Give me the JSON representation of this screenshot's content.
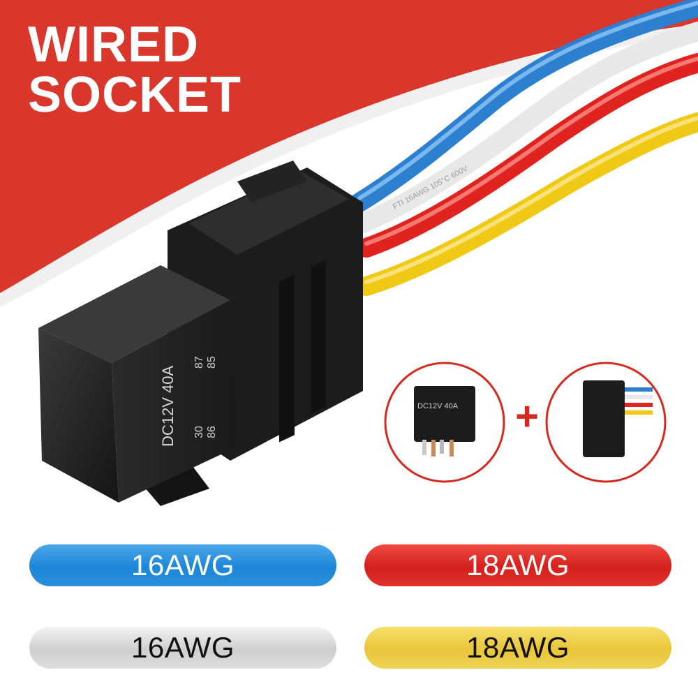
{
  "title": {
    "line1": "WIRED",
    "line2": "SOCKET"
  },
  "relay": {
    "rating": "DC12V 40A",
    "pins": {
      "p30": "30",
      "p87": "87",
      "p86": "86",
      "p85": "85"
    }
  },
  "wire_print": "FTI 16AWG 105°C 600V",
  "insets": {
    "relay_text": "DC12V 40A",
    "plus": "+"
  },
  "legend": [
    {
      "label": "16AWG",
      "color": "#1d86d8"
    },
    {
      "label": "18AWG",
      "color": "#d5201c"
    },
    {
      "label": "16AWG",
      "color": "#dcdcdc"
    },
    {
      "label": "18AWG",
      "color": "#ebc83f"
    }
  ],
  "colors": {
    "banner": "#d9362c",
    "accent_red": "#d42a20"
  }
}
